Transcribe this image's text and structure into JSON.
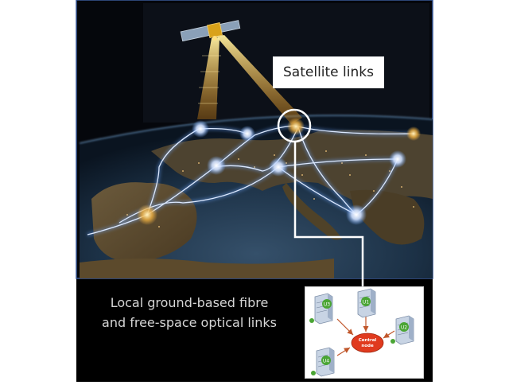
{
  "labels": {
    "satellite_links": "Satellite links",
    "ground_line1": "Local ground-based fibre",
    "ground_line2": "and free-space optical links"
  },
  "network_diagram": {
    "central_node_line1": "Central",
    "central_node_line2": "node",
    "users": [
      "U1",
      "U2",
      "U3",
      "U4"
    ]
  },
  "colors": {
    "link_glow": "#6fa8ff",
    "beam": "#f2a21a",
    "central_node": "#e03a1e",
    "user_badge": "#4aa534",
    "arrow": "#c0562a"
  }
}
